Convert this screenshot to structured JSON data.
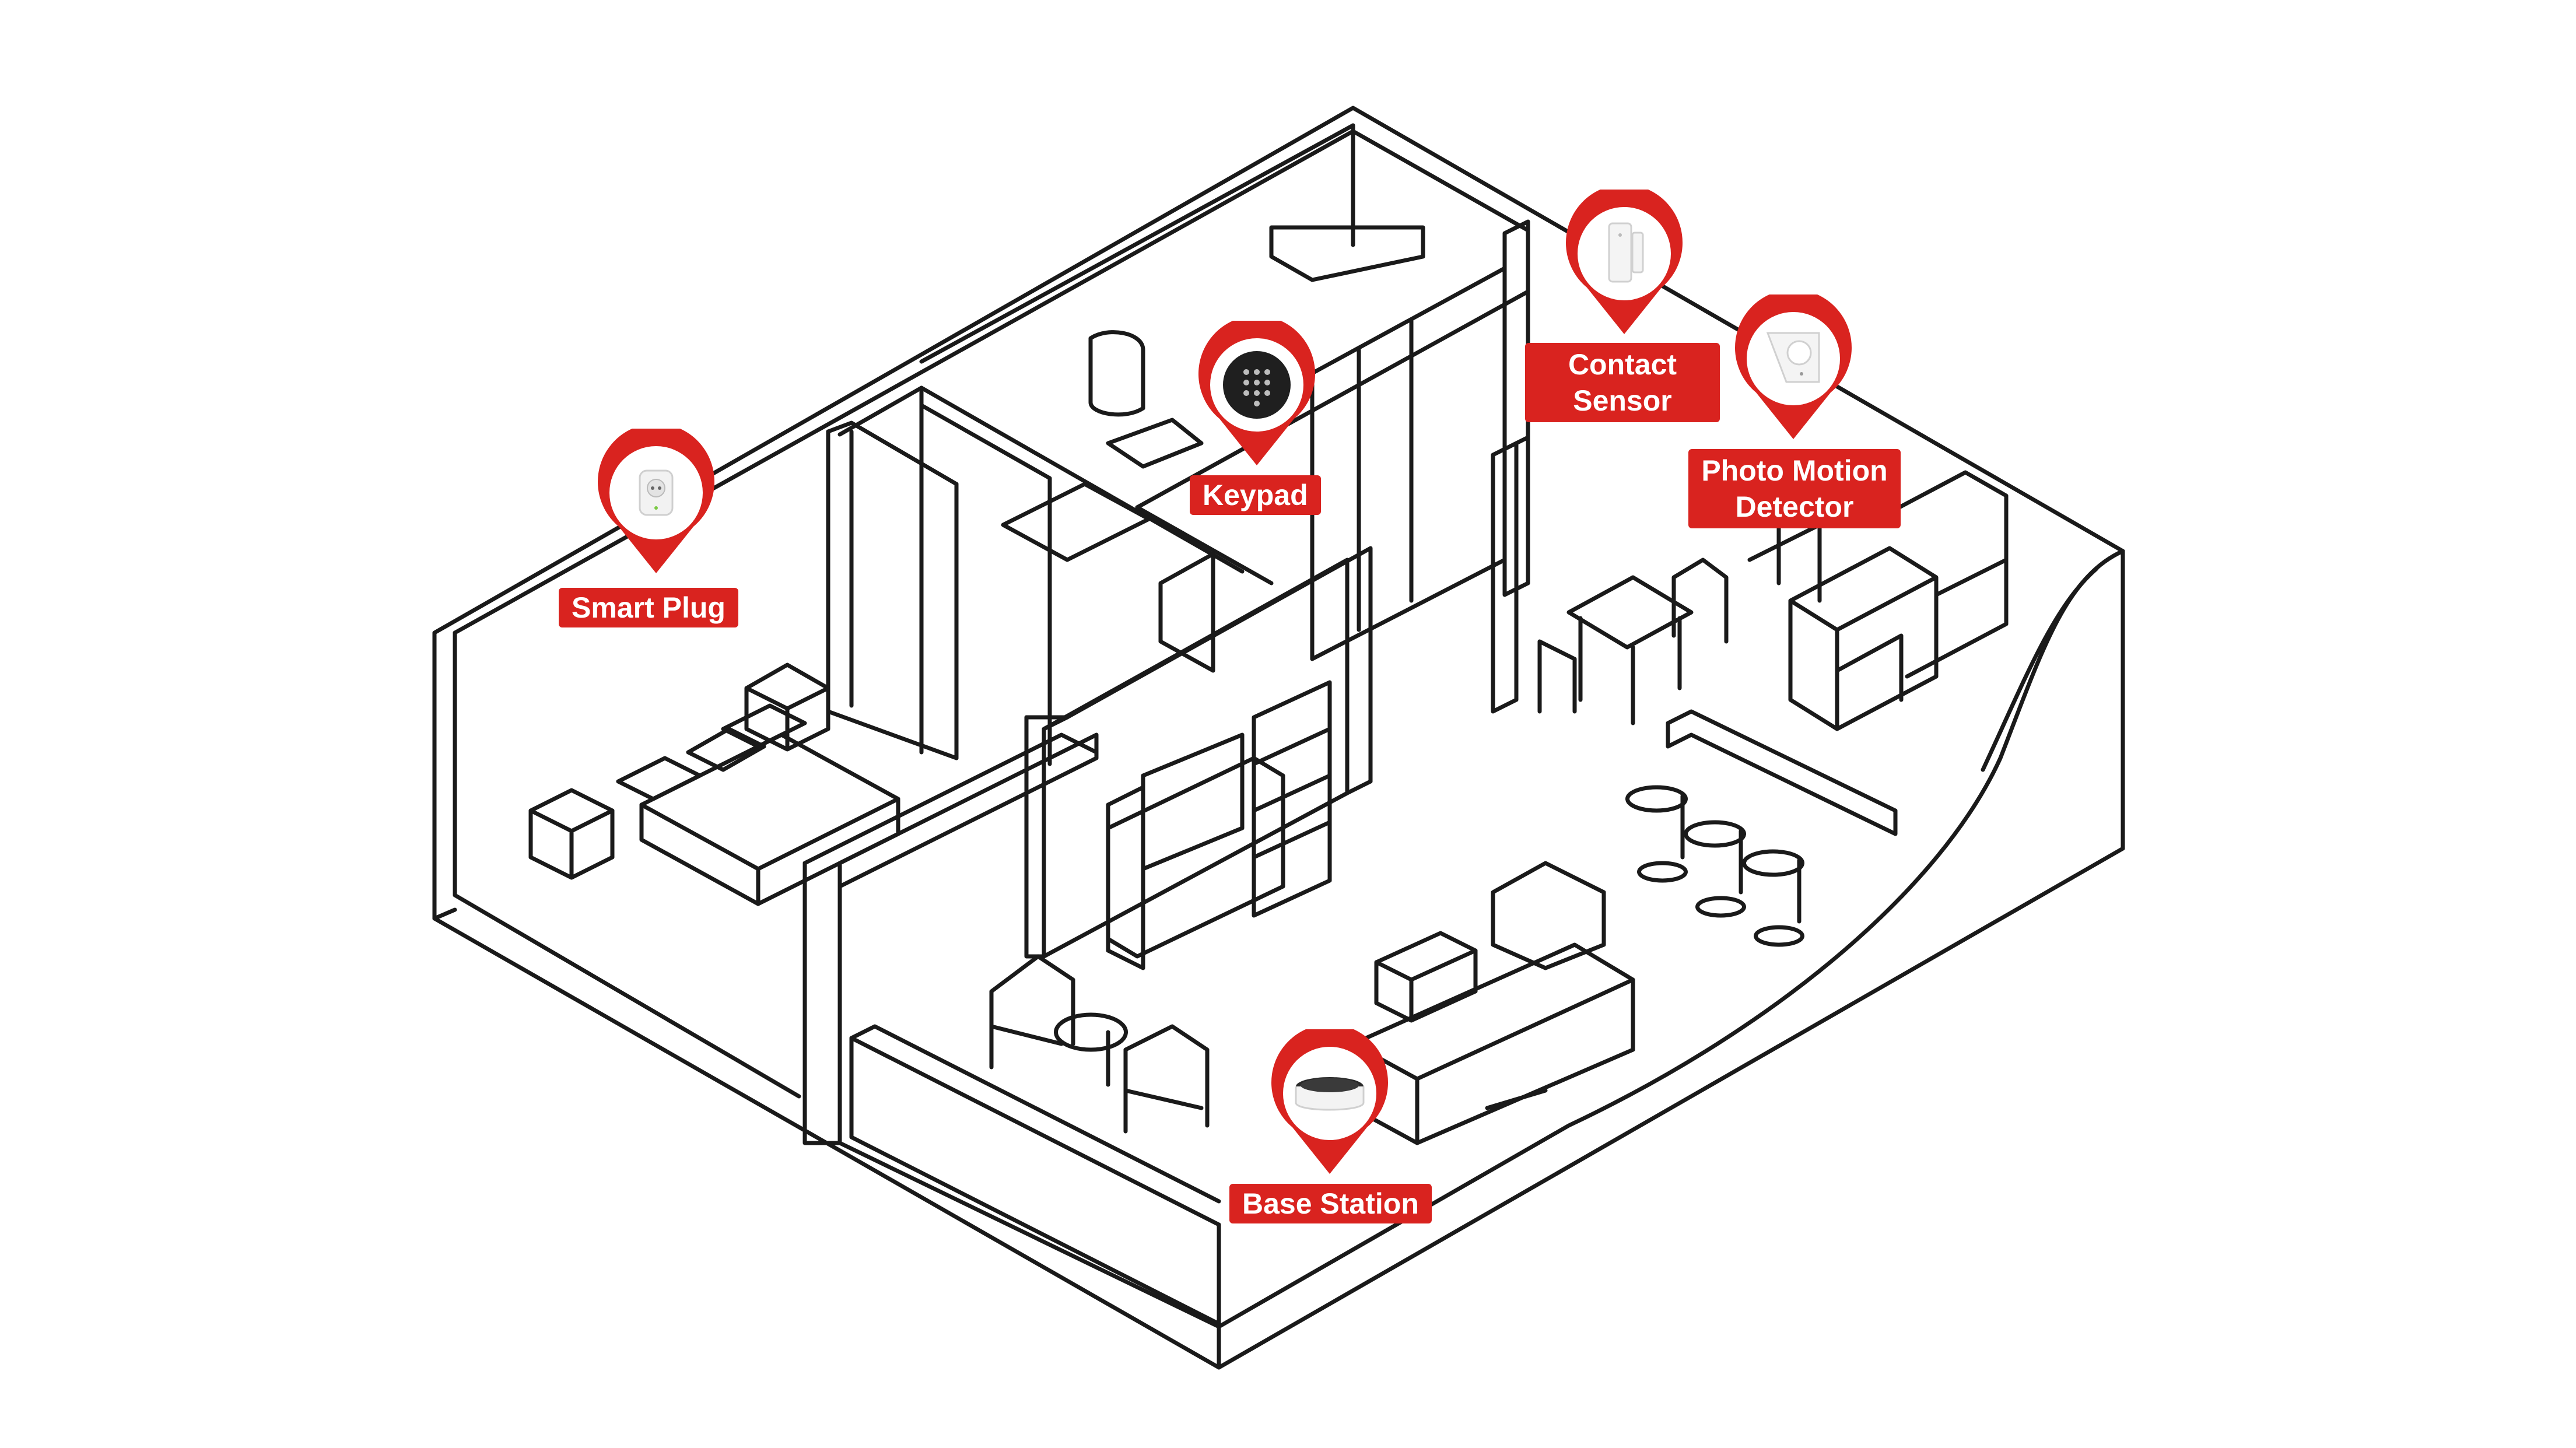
{
  "colors": {
    "accent": "#d9231f",
    "line": "#1a1a1a",
    "background": "#ffffff"
  },
  "devices": [
    {
      "id": "smart-plug",
      "label": "Smart Plug",
      "icon": "smart-plug-icon"
    },
    {
      "id": "keypad",
      "label": "Keypad",
      "icon": "keypad-icon"
    },
    {
      "id": "contact-sensor",
      "label_lines": [
        "Contact",
        "Sensor"
      ],
      "icon": "contact-sensor-icon"
    },
    {
      "id": "photo-motion-detector",
      "label_lines": [
        "Photo Motion",
        "Detector"
      ],
      "icon": "motion-detector-icon"
    },
    {
      "id": "base-station",
      "label": "Base Station",
      "icon": "base-station-icon"
    }
  ]
}
